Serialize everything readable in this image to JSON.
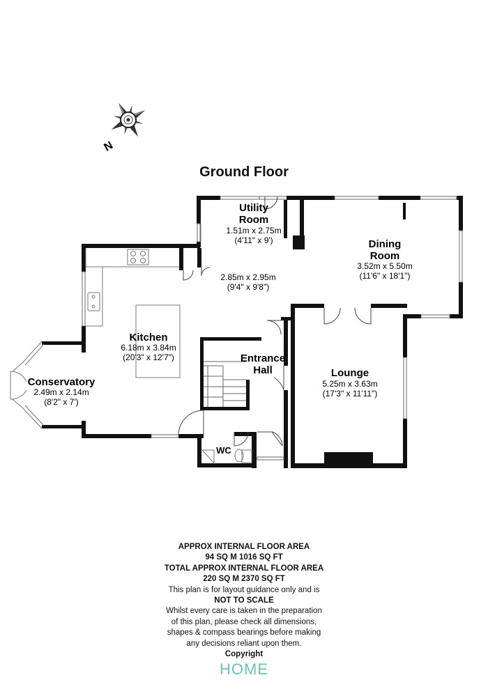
{
  "plan": {
    "title": "Ground Floor",
    "compass_letter": "N",
    "rooms": {
      "utility": {
        "name1": "Utility",
        "name2": "Room",
        "metric": "1.51m x 2.75m",
        "imperial": "(4'11\" x 9')"
      },
      "dining": {
        "name1": "Dining",
        "name2": "Room",
        "metric": "3.52m x 5.50m",
        "imperial": "(11'6\" x 18'1\")"
      },
      "hall_dims": {
        "metric": "2.85m x 2.95m",
        "imperial": "(9'4\" x 9'8\")"
      },
      "kitchen": {
        "name": "Kitchen",
        "metric": "6.18m x 3.84m",
        "imperial": "(20'3\" x 12'7\")"
      },
      "entrance": {
        "name1": "Entrance",
        "name2": "Hall"
      },
      "lounge": {
        "name": "Lounge",
        "metric": "5.25m x 3.63m",
        "imperial": "(17'3\" x 11'11\")"
      },
      "conservatory": {
        "name": "Conservatory",
        "metric": "2.49m x 2.14m",
        "imperial": "(8'2\" x 7')"
      },
      "wc": {
        "name": "WC"
      }
    }
  },
  "info": {
    "line1": "APPROX INTERNAL FLOOR AREA",
    "line2": "94 SQ M 1016 SQ FT",
    "line3": "TOTAL APPROX INTERNAL FLOOR AREA",
    "line4": "220 SQ M 2370 SQ FT",
    "line5": "This plan is for layout guidance only and is",
    "line6": "NOT TO SCALE",
    "line7": "Whilst every care is taken in the preparation",
    "line8": "of this plan, please check all dimensions,",
    "line9": "shapes & compass bearings before making",
    "line10": "any decisions reliant upon them.",
    "line11": "Copyright",
    "brand": "HOME"
  },
  "colors": {
    "wall": "#111111",
    "brand": "#5fc9b4"
  }
}
